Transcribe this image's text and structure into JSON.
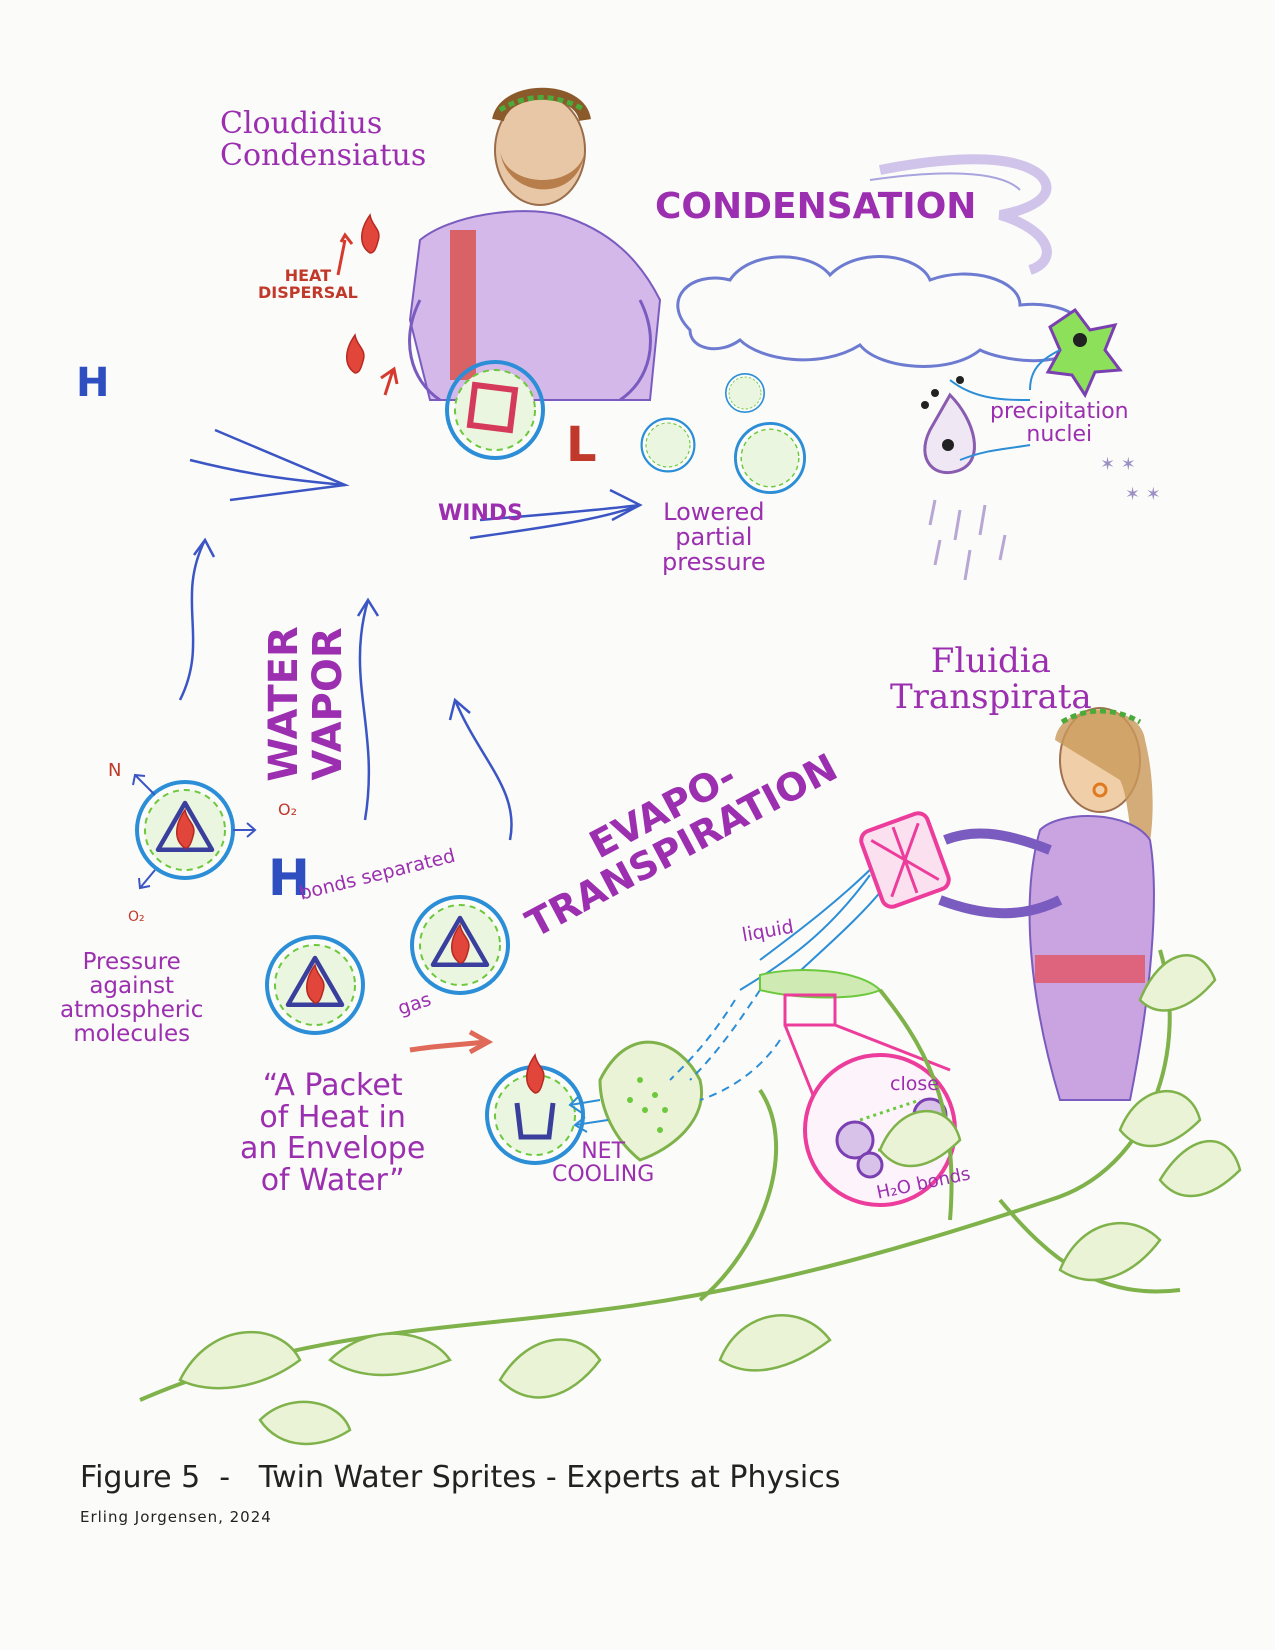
{
  "characters": {
    "cloudidius": "Cloudidius\nCondensiatus",
    "fluidia": "Fluidia\nTranspirata"
  },
  "processes": {
    "condensation": "CONDENSATION",
    "evapotranspiration": "EVAPO-\nTRANSPIRATION",
    "water_vapor": "WATER\nVAPOR"
  },
  "labels": {
    "heat_dispersal": "HEAT\nDISPERSAL",
    "precipitation_nuclei": "precipitation\nnuclei",
    "winds": "WINDS",
    "lowered_partial_pressure": "Lowered\npartial\npressure",
    "pressure_against": "Pressure\nagainst\natmospheric\nmolecules",
    "bonds_separated": "bonds separated",
    "gas": "gas",
    "liquid": "liquid",
    "close": "close",
    "h2o_bonds": "H₂O bonds",
    "net_cooling": "NET\nCOOLING",
    "quote": "“A Packet\nof Heat in\nan Envelope\nof Water”",
    "high_pressure_top": "H",
    "high_pressure_mid": "H",
    "low_pressure": "L",
    "nitrogen": "N",
    "oxygen_right": "O₂",
    "oxygen_bottom": "O₂"
  },
  "caption": {
    "figure": "Figure 5  -   Twin Water Sprites - Experts at Physics",
    "author": "Erling Jorgensen, 2024"
  },
  "colors": {
    "magenta_text": "#9b2fb0",
    "heat_red": "#d63a2f",
    "molecule_blue": "#2b8ed6",
    "molecule_green": "#6cc83c",
    "vine_green": "#7fb24a",
    "arrow_blue": "#3b56c4",
    "pink": "#ec3d9c",
    "robe_purple": "#c9a4e0"
  }
}
